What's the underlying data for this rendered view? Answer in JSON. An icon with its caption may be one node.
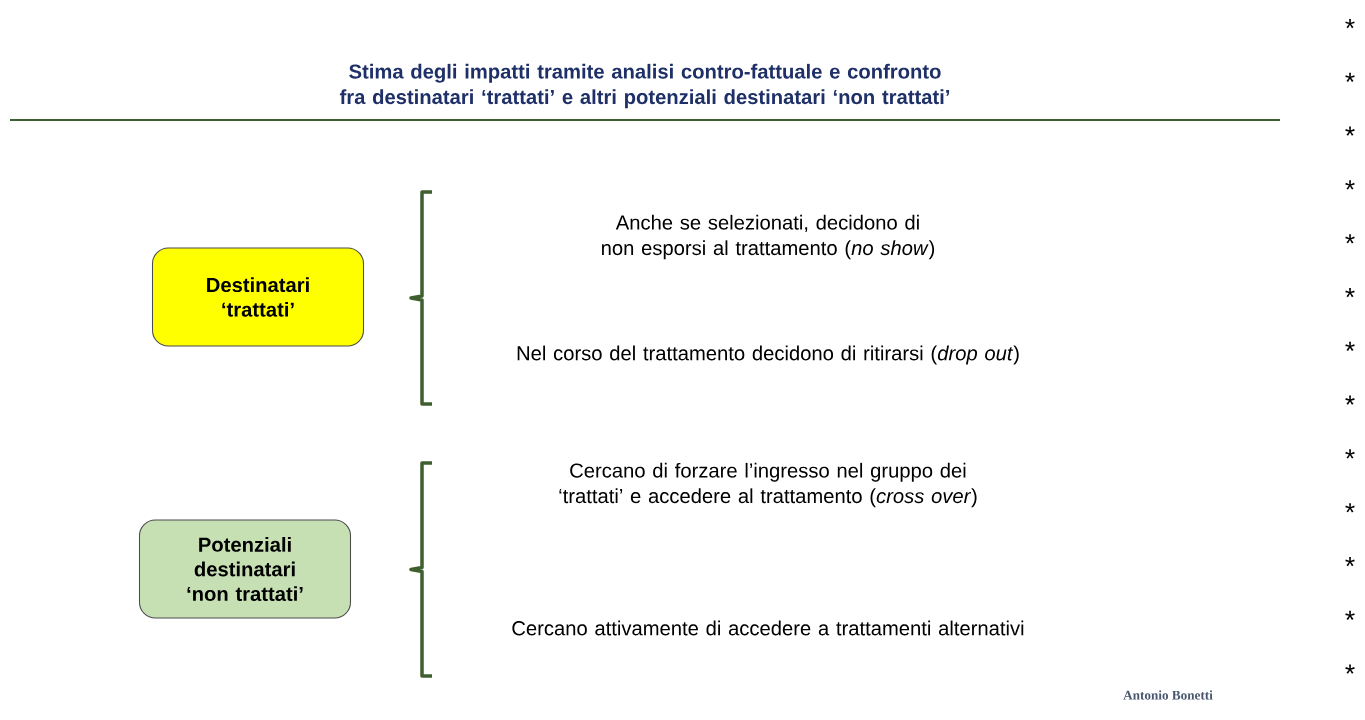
{
  "diagram": {
    "title": "Stima degli impatti tramite analisi contro-fattuale e confronto fra destinatari ‘trattati’ e altri potenziali destinatari ‘non trattati’",
    "nodes": [
      {
        "text": [
          "Destinatari ‘trattati’"
        ]
      },
      {
        "text": [
          "Potenziali destinatari ‘non trattati’"
        ]
      }
    ],
    "labels": [
      "Anche se selezionati, decidono di non esporsi al trattamento (*no show*)",
      "Nel corso del trattamento decidono di ritirarsi (*drop out*)",
      "Cercano di forzare l’ingresso nel gruppo dei ‘trattati’ e accedere al trattamento (*cross over*)",
      "Cercano attivamente di accedere a trattamenti alternativi",
      "Antonio Bonetti",
      "*",
      "*",
      "*",
      "*",
      "*",
      "*",
      "*",
      "*",
      "*",
      "*",
      "*",
      "*",
      "*"
    ]
  }
}
